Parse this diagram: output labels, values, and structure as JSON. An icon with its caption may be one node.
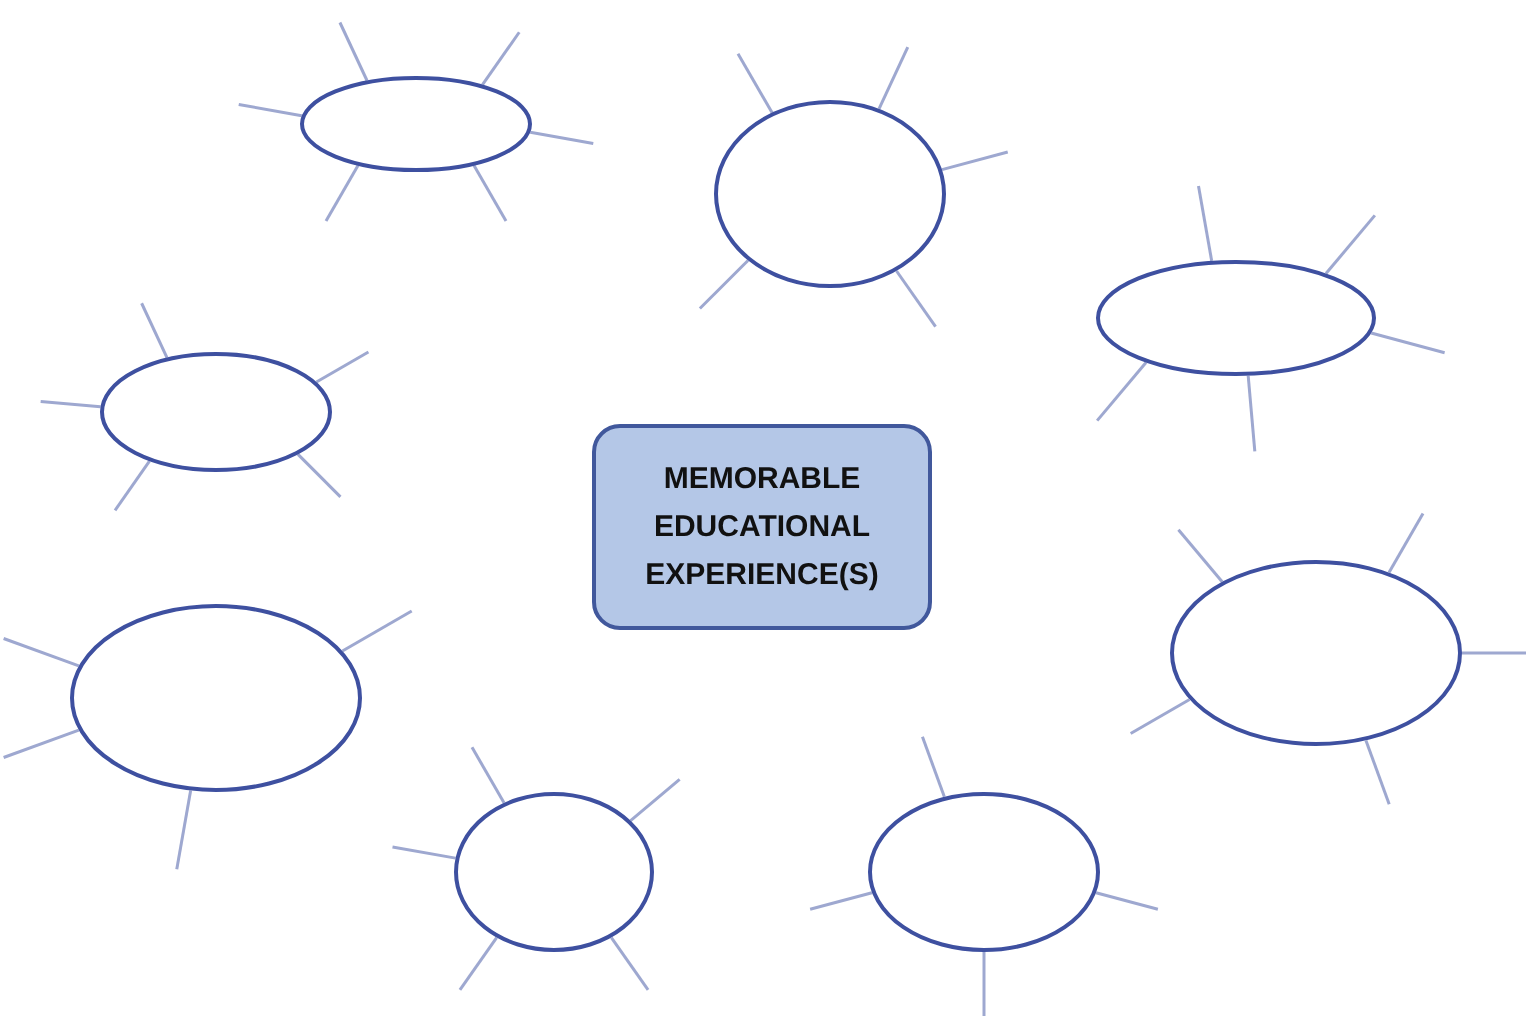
{
  "diagram": {
    "nodes": [
      {
        "text": [],
        "shape": "ellipse"
      },
      {
        "text": [],
        "shape": "ellipse"
      },
      {
        "text": [],
        "shape": "ellipse"
      },
      {
        "text": [],
        "shape": "ellipse"
      },
      {
        "text": [
          "MEMORABLE EDUCATIONAL EXPERIENCE(S)"
        ]
      },
      {
        "text": [],
        "shape": "ellipse"
      },
      {
        "text": [],
        "shape": "ellipse"
      },
      {
        "text": [],
        "shape": "ellipse"
      },
      {
        "text": [],
        "shape": "ellipse"
      }
    ],
    "edges": []
  }
}
